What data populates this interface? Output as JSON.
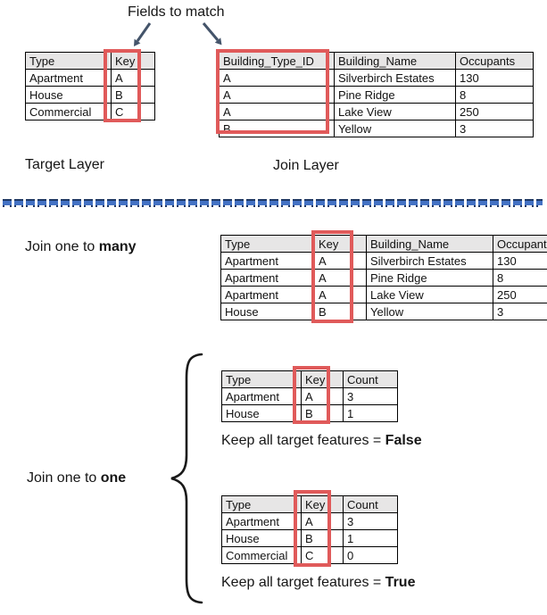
{
  "header": {
    "title": "Fields to match"
  },
  "layers": {
    "target": {
      "label": "Target Layer",
      "table": {
        "headers": [
          "Type",
          "Key"
        ],
        "rows": [
          [
            "Apartment",
            "A"
          ],
          [
            "House",
            "B"
          ],
          [
            "Commercial",
            "C"
          ]
        ],
        "highlighted_column": "Key"
      }
    },
    "join": {
      "label": "Join Layer",
      "table": {
        "headers": [
          "Building_Type_ID",
          "Building_Name",
          "Occupants"
        ],
        "rows": [
          [
            "A",
            "Silverbirch Estates",
            "130"
          ],
          [
            "A",
            "Pine Ridge",
            "8"
          ],
          [
            "A",
            "Lake View",
            "250"
          ],
          [
            "B",
            "Yellow",
            "3"
          ]
        ],
        "highlighted_column": "Building_Type_ID"
      }
    }
  },
  "join_one_to_many": {
    "label_prefix": "Join one to ",
    "label_bold": "many",
    "table": {
      "headers": [
        "Type",
        "Key",
        "Building_Name",
        "Occupants"
      ],
      "rows": [
        [
          "Apartment",
          "A",
          "Silverbirch Estates",
          "130"
        ],
        [
          "Apartment",
          "A",
          "Pine Ridge",
          "8"
        ],
        [
          "Apartment",
          "A",
          "Lake View",
          "250"
        ],
        [
          "House",
          "B",
          "Yellow",
          "3"
        ]
      ],
      "highlighted_column": "Key"
    }
  },
  "join_one_to_one": {
    "label_prefix": "Join one to ",
    "label_bold": "one",
    "results": [
      {
        "caption_prefix": "Keep all target features = ",
        "caption_bold": "False",
        "table": {
          "headers": [
            "Type",
            "Key",
            "Count"
          ],
          "rows": [
            [
              "Apartment",
              "A",
              "3"
            ],
            [
              "House",
              "B",
              "1"
            ]
          ],
          "highlighted_column": "Key"
        }
      },
      {
        "caption_prefix": "Keep all target features = ",
        "caption_bold": "True",
        "table": {
          "headers": [
            "Type",
            "Key",
            "Count"
          ],
          "rows": [
            [
              "Apartment",
              "A",
              "3"
            ],
            [
              "House",
              "B",
              "1"
            ],
            [
              "Commercial",
              "C",
              "0"
            ]
          ],
          "highlighted_column": "Key"
        }
      }
    ]
  },
  "colors": {
    "highlight": "#e05a5a",
    "header_bg": "#e7e6e6",
    "arrow": "#44546a",
    "divider_blue": "#4472c4",
    "divider_dark": "#1f3864"
  }
}
